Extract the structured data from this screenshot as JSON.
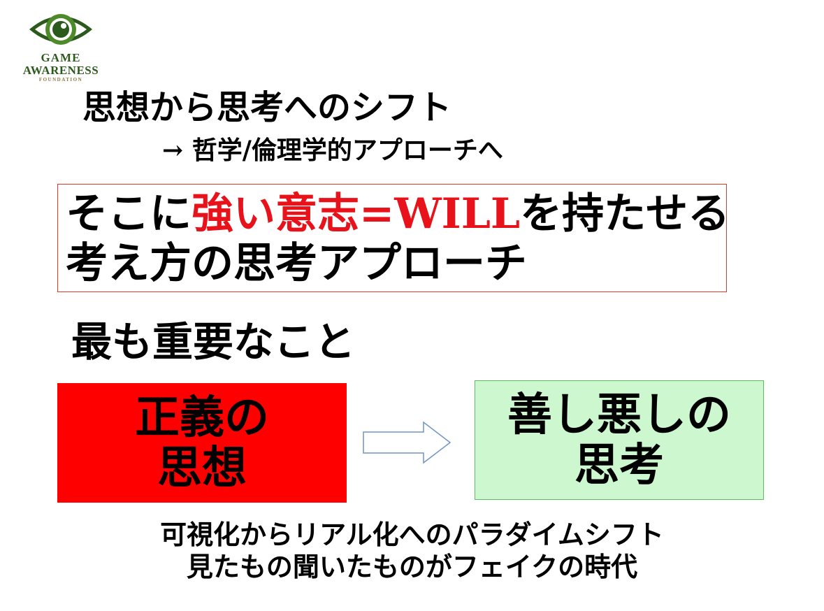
{
  "logo": {
    "line1": "GAME",
    "line2": "AWARENESS",
    "line3": "FOUNDATION",
    "icon": "eye-icon",
    "colors": {
      "green": "#2c5a1c",
      "light_green": "#4f8a2a"
    }
  },
  "heading": "思想から思考へのシフト",
  "subheading": "→ 哲学/倫理学的アプローチへ",
  "will_box": {
    "line1_prefix": "そこに",
    "line1_highlight": "強い意志=WILL",
    "line1_suffix": "を持たせる",
    "line2": "考え方の思考アプローチ",
    "border_color": "#e03b2a",
    "highlight_color": "#e8131a"
  },
  "important_heading": "最も重要なこと",
  "justice_box": {
    "line1": "正義の",
    "line2": "思想",
    "color": "#ff0000"
  },
  "arrow": {
    "icon": "right-arrow-icon"
  },
  "good_evil_box": {
    "line1": "善し悪しの",
    "line2": "思考",
    "color": "#ccf7cf"
  },
  "footer": {
    "line1": "可視化からリアル化へのパラダイムシフト",
    "line2": "見たもの聞いたものがフェイクの時代"
  }
}
